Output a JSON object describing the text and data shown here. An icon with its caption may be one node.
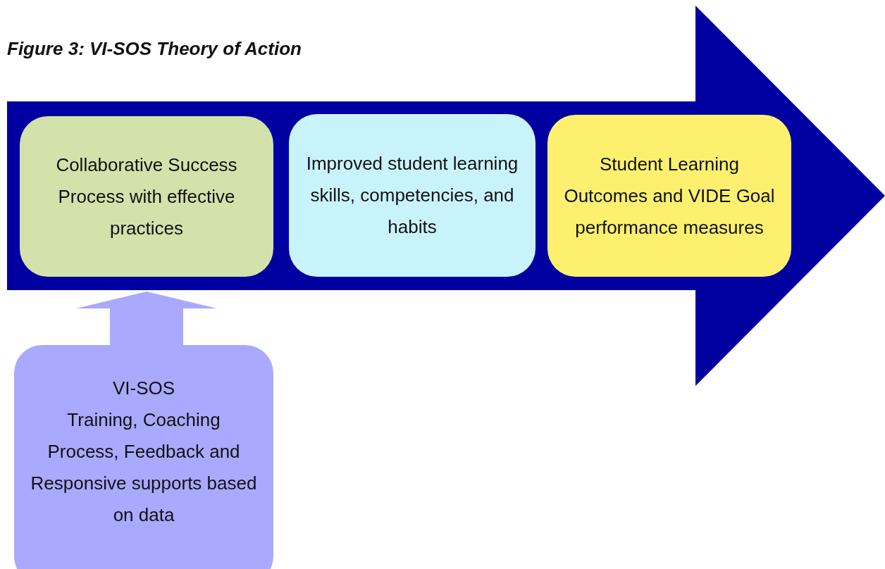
{
  "diagram": {
    "title": "Figure 3: VI-SOS Theory of Action",
    "nodes": [
      {
        "text": [],
        "shape": "arrow"
      },
      {
        "text": [
          "Collaborative Success Process with effective practices"
        ],
        "in": 0
      },
      {
        "text": [
          "Improved student learning skills, competencies, and habits"
        ],
        "in": 0
      },
      {
        "text": [
          "Student Learning Outcomes and VIDE Goal performance measures"
        ],
        "in": 0
      },
      {
        "text": [
          "VI-SOS",
          "Training, Coaching Process, Feedback and Responsive supports based on data"
        ]
      }
    ],
    "edges": [
      {
        "from": 4,
        "to": 0,
        "arrow": "to"
      }
    ]
  }
}
